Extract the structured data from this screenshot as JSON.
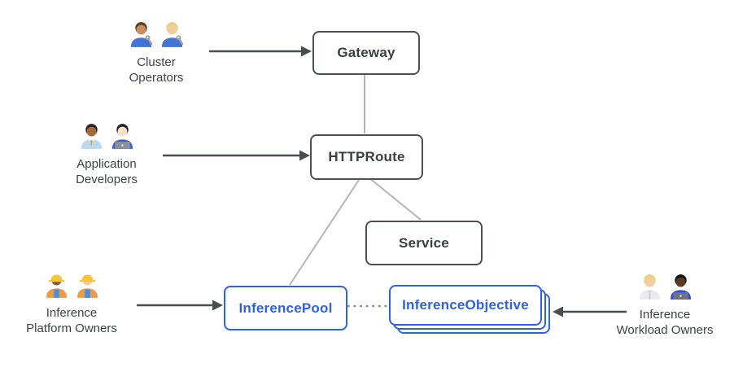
{
  "diagram_title": "gateway-inference-extension-architecture",
  "colors": {
    "background": "#ffffff",
    "node_border_gray": "#4c4f54",
    "node_text_gray": "#3b3e44",
    "accent_blue": "#2e62e2",
    "connector_gray": "#b5b5b5",
    "dotted_gray": "#8f8f8f",
    "arrow_dark": "#4a4d50",
    "persona_text": "#3f4246"
  },
  "nodes": {
    "gateway": {
      "label": "Gateway"
    },
    "httproute": {
      "label": "HTTPRoute"
    },
    "service": {
      "label": "Service"
    },
    "inference_pool": {
      "label": "InferencePool"
    },
    "inference_objective": {
      "label": "InferenceObjective",
      "stacked_copies": 3
    }
  },
  "personas": {
    "cluster_operators": {
      "line1": "Cluster",
      "line2": "Operators",
      "icons": [
        "man-mechanic",
        "woman-mechanic"
      ]
    },
    "application_developers": {
      "line1": "Application",
      "line2": "Developers",
      "icons": [
        "man-office-worker",
        "woman-technologist"
      ]
    },
    "inference_platform_owners": {
      "line1": "Inference",
      "line2": "Platform Owners",
      "icons": [
        "woman-construction-worker",
        "man-construction-worker"
      ]
    },
    "inference_workload_owners": {
      "line1": "Inference",
      "line2": "Workload Owners",
      "icons": [
        "health-worker",
        "dark-skin-technologist"
      ]
    }
  },
  "person_icons": {
    "man-mechanic": {
      "skin": "#c68d5e",
      "hair": "#5f3d22",
      "shirt": "#3f74d8",
      "accessory": "wrench"
    },
    "woman-mechanic": {
      "skin": "#f3cda2",
      "hair": "#e9d07c",
      "shirt": "#3f74d8",
      "accessory": "wrench"
    },
    "man-office-worker": {
      "skin": "#a06a3c",
      "hair": "#26221f",
      "shirt": "#bcd7f0",
      "accessory": "tie"
    },
    "woman-technologist": {
      "skin": "#f8e0c8",
      "hair": "#1f1f24",
      "shirt": "#3f5fd0",
      "accessory": "laptop",
      "laptop": "#8a9097"
    },
    "woman-construction-worker": {
      "skin": "#8a5a33",
      "hair": "#26221f",
      "shirt": "#f29a3f",
      "accessory": "helmet-vest"
    },
    "man-construction-worker": {
      "skin": "#f3cda2",
      "hair": "#6b4226",
      "shirt": "#f29a3f",
      "accessory": "helmet-vest"
    },
    "health-worker": {
      "skin": "#f3cda2",
      "hair": "#e9d07c",
      "shirt": "#e9e9ee",
      "accessory": "coat"
    },
    "dark-skin-technologist": {
      "skin": "#5c3a21",
      "hair": "#0f0f12",
      "shirt": "#2d4fd0",
      "accessory": "laptop",
      "laptop": "#6e7479"
    }
  },
  "edges": [
    {
      "id": "edge-cluster-operators-gateway",
      "from": "cluster_operators",
      "to": "gateway",
      "style": "arrow-dark"
    },
    {
      "id": "edge-application-developers-httproute",
      "from": "application_developers",
      "to": "httproute",
      "style": "arrow-dark"
    },
    {
      "id": "edge-platform-owners-inferencepool",
      "from": "inference_platform_owners",
      "to": "inference_pool",
      "style": "arrow-dark"
    },
    {
      "id": "edge-workload-owners-inferenceobjective",
      "from": "inference_workload_owners",
      "to": "inference_objective",
      "style": "arrow-dark"
    },
    {
      "id": "edge-gateway-httproute",
      "from": "gateway",
      "to": "httproute",
      "style": "solid-gray"
    },
    {
      "id": "edge-httproute-service",
      "from": "httproute",
      "to": "service",
      "style": "solid-gray"
    },
    {
      "id": "edge-httproute-inferencepool",
      "from": "httproute",
      "to": "inference_pool",
      "style": "solid-gray"
    },
    {
      "id": "edge-inferencepool-inferenceobjective",
      "from": "inference_pool",
      "to": "inference_objective",
      "style": "dotted-gray"
    }
  ]
}
